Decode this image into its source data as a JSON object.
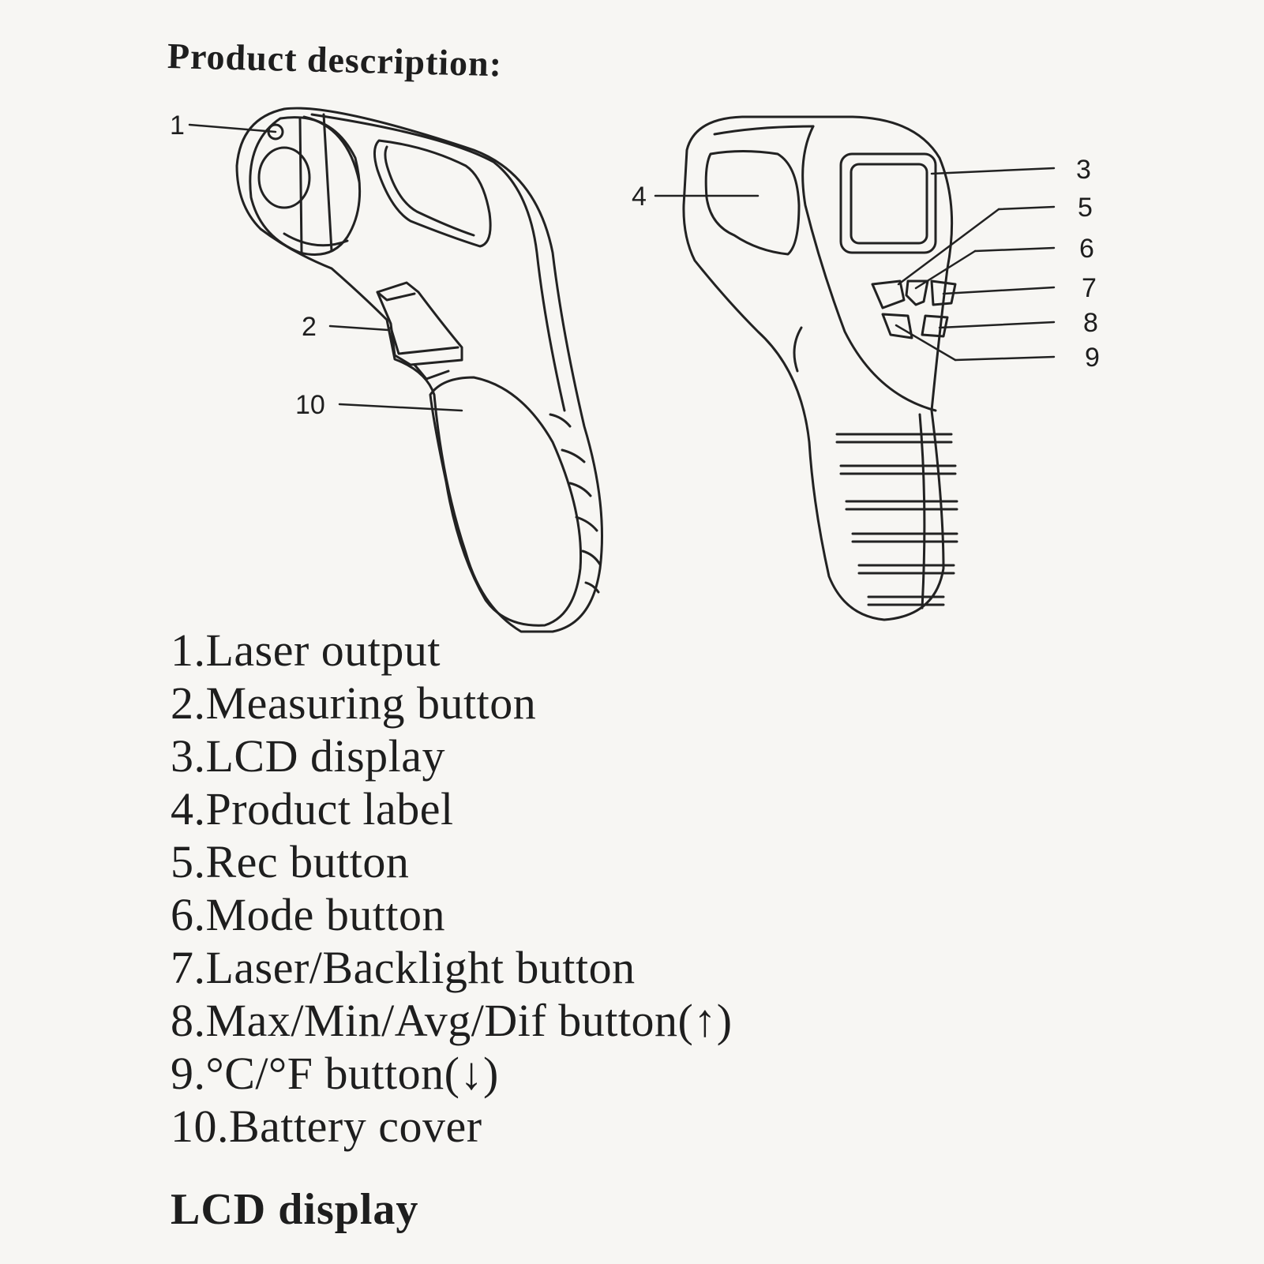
{
  "heading": "Product description:",
  "figure": {
    "callouts_left": [
      "1",
      "2",
      "10"
    ],
    "callouts_right": [
      "3",
      "4",
      "5",
      "6",
      "7",
      "8",
      "9"
    ]
  },
  "parts": [
    "1.Laser output",
    "2.Measuring button",
    "3.LCD display",
    "4.Product label",
    "5.Rec button",
    "6.Mode button",
    "7.Laser/Backlight button",
    "8.Max/Min/Avg/Dif button(↑)",
    "9.°C/°F button(↓)",
    "10.Battery cover"
  ],
  "section_heading": "LCD display"
}
